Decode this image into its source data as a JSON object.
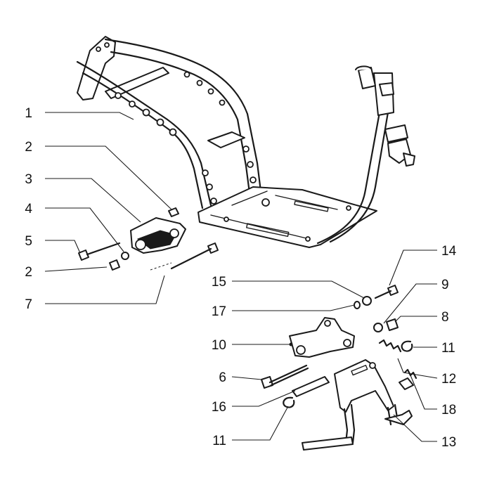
{
  "diagram": {
    "callouts": [
      {
        "id": "c1",
        "text": "1"
      },
      {
        "id": "c2a",
        "text": "2"
      },
      {
        "id": "c3",
        "text": "3"
      },
      {
        "id": "c4",
        "text": "4"
      },
      {
        "id": "c5",
        "text": "5"
      },
      {
        "id": "c2b",
        "text": "2"
      },
      {
        "id": "c7",
        "text": "7"
      },
      {
        "id": "c14",
        "text": "14"
      },
      {
        "id": "c15",
        "text": "15"
      },
      {
        "id": "c9",
        "text": "9"
      },
      {
        "id": "c17",
        "text": "17"
      },
      {
        "id": "c8",
        "text": "8"
      },
      {
        "id": "c10",
        "text": "10"
      },
      {
        "id": "c11a",
        "text": "11"
      },
      {
        "id": "c6",
        "text": "6"
      },
      {
        "id": "c12",
        "text": "12"
      },
      {
        "id": "c16",
        "text": "16"
      },
      {
        "id": "c18",
        "text": "18"
      },
      {
        "id": "c11b",
        "text": "11"
      },
      {
        "id": "c13",
        "text": "13"
      }
    ]
  }
}
